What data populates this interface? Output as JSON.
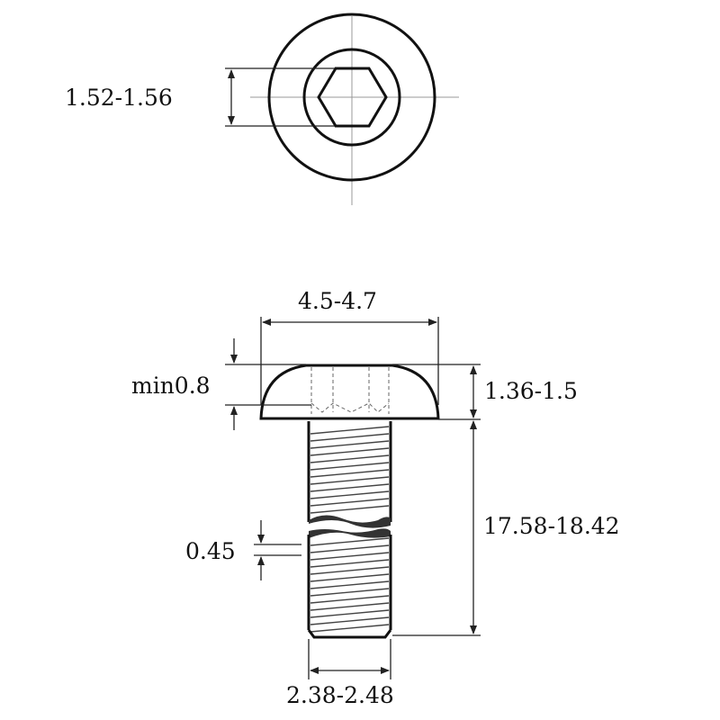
{
  "dimensions": {
    "hex_socket_width": "1.52-1.56",
    "head_diameter": "4.5-4.7",
    "socket_depth_min": "min0.8",
    "head_height": "1.36-1.5",
    "thread_pitch": "0.45",
    "shank_length": "17.58-18.42",
    "thread_diameter": "2.38-2.48"
  }
}
